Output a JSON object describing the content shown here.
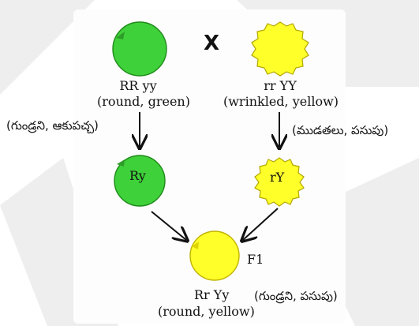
{
  "cross_symbol": "X",
  "parents": {
    "left": {
      "genotype": "RR yy",
      "phenotype": "(round, green)",
      "color": "#3fd13a"
    },
    "right": {
      "genotype": "rr YY",
      "phenotype": "(wrinkled, yellow)",
      "color": "#ffff2a"
    }
  },
  "gametes": {
    "left": {
      "label": "Ry",
      "color": "#3fd13a"
    },
    "right": {
      "label": "rY",
      "color": "#ffff2a"
    }
  },
  "telugu_labels": {
    "left": "(గుండ్రని, ఆకుపచ్చ)",
    "right": "(ముడతలు, పసుపు)",
    "offspring": "(గుండ్రని, పసుపు)"
  },
  "offspring": {
    "generation": "F1",
    "genotype": "Rr Yy",
    "phenotype": "(round, yellow)",
    "color": "#ffff2a"
  }
}
